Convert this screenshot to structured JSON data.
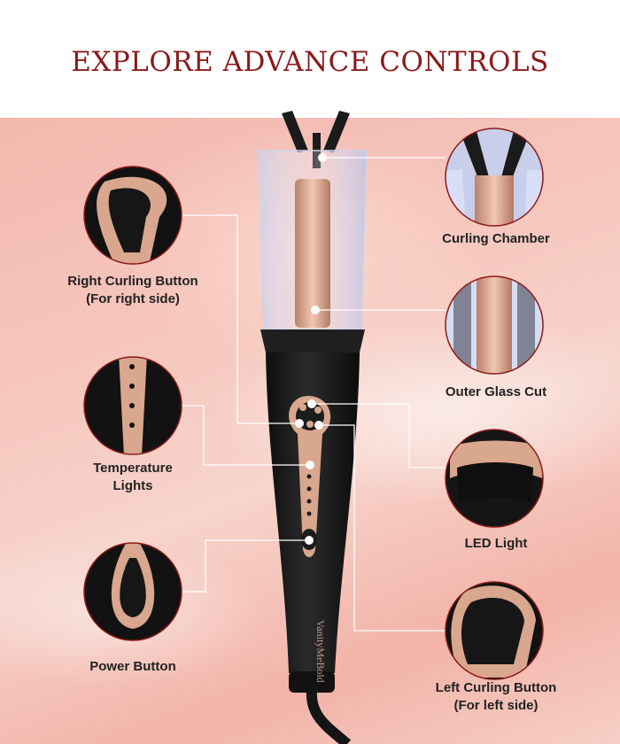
{
  "title": "EXPLORE ADVANCE CONTROLS",
  "brand_text": "VanityMeBold",
  "colors": {
    "title": "#8a1a1a",
    "background": "#f4bdb3",
    "device_body": "#1a1a1a",
    "accent_rose_gold": "#d9a68e",
    "callout_ring": "#8a1a1a"
  },
  "callouts": {
    "right_curling": {
      "line1": "Right Curling Button",
      "line2": "(For right side)"
    },
    "temperature": {
      "line1": "Temperature",
      "line2": "Lights"
    },
    "power": {
      "line1": "Power Button"
    },
    "curling_chamber": {
      "line1": "Curling Chamber"
    },
    "outer_glass": {
      "line1": "Outer Glass Cut"
    },
    "led_light": {
      "line1": "LED Light"
    },
    "left_curling": {
      "line1": "Left Curling Button",
      "line2": "(For left side)"
    }
  }
}
